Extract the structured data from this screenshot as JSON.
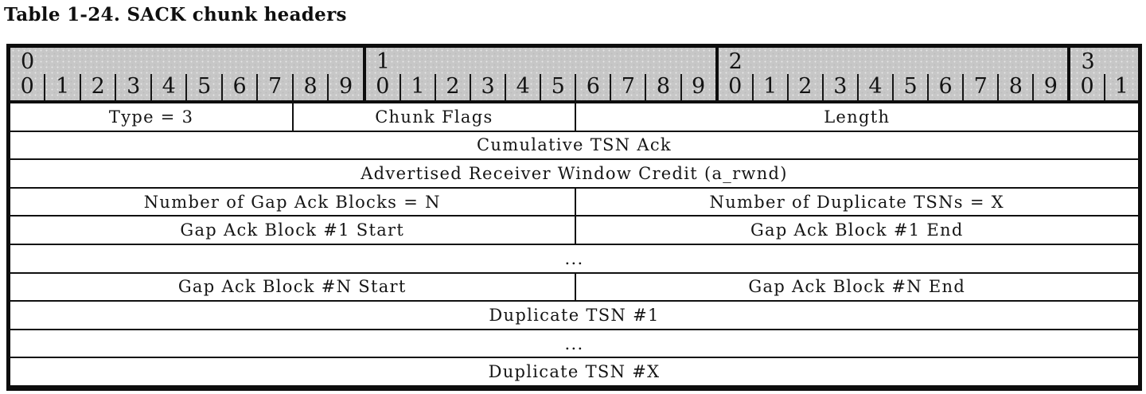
{
  "title": "Table 1-24. SACK chunk headers",
  "colors": {
    "header_bg": "#c7c7c7",
    "border": "#0d0d0d",
    "row_bg": "#ffffff",
    "text": "#131313"
  },
  "bit_header": {
    "groups": [
      {
        "tens": "0",
        "units": [
          "0",
          "1",
          "2",
          "3",
          "4",
          "5",
          "6",
          "7",
          "8",
          "9"
        ]
      },
      {
        "tens": "1",
        "units": [
          "0",
          "1",
          "2",
          "3",
          "4",
          "5",
          "6",
          "7",
          "8",
          "9"
        ]
      },
      {
        "tens": "2",
        "units": [
          "0",
          "1",
          "2",
          "3",
          "4",
          "5",
          "6",
          "7",
          "8",
          "9"
        ]
      },
      {
        "tens": "3",
        "units": [
          "0",
          "1"
        ]
      }
    ],
    "total_bits": 32
  },
  "rows": [
    {
      "cells": [
        {
          "label": "Type = 3",
          "span": 8
        },
        {
          "label": "Chunk Flags",
          "span": 8
        },
        {
          "label": "Length",
          "span": 16
        }
      ]
    },
    {
      "cells": [
        {
          "label": "Cumulative TSN Ack",
          "span": 32
        }
      ]
    },
    {
      "cells": [
        {
          "label": "Advertised Receiver Window Credit (a_rwnd)",
          "span": 32
        }
      ]
    },
    {
      "cells": [
        {
          "label": "Number of Gap Ack Blocks = N",
          "span": 16
        },
        {
          "label": "Number of Duplicate TSNs = X",
          "span": 16
        }
      ]
    },
    {
      "cells": [
        {
          "label": "Gap Ack Block #1 Start",
          "span": 16
        },
        {
          "label": "Gap Ack Block #1 End",
          "span": 16
        }
      ]
    },
    {
      "cells": [
        {
          "label": "...",
          "span": 32
        }
      ]
    },
    {
      "cells": [
        {
          "label": "Gap Ack Block #N Start",
          "span": 16
        },
        {
          "label": "Gap Ack Block #N End",
          "span": 16
        }
      ]
    },
    {
      "cells": [
        {
          "label": "Duplicate TSN #1",
          "span": 32
        }
      ]
    },
    {
      "cells": [
        {
          "label": "...",
          "span": 32
        }
      ]
    },
    {
      "cells": [
        {
          "label": "Duplicate TSN #X",
          "span": 32
        }
      ]
    }
  ]
}
